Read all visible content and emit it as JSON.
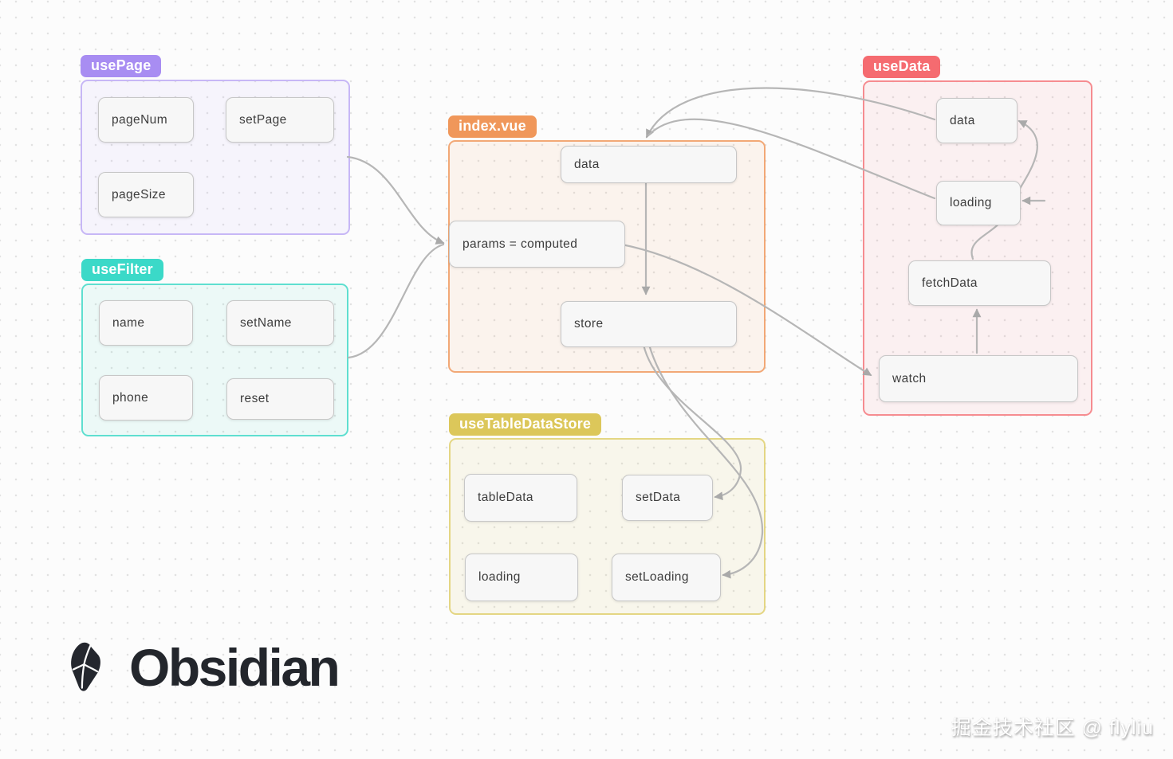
{
  "canvas": {
    "edge_color": "#b6b6b6",
    "arrow_color": "#a9a9a9",
    "groups": [
      {
        "id": "usePage",
        "label": "usePage",
        "accent": "#a88df2",
        "border": "#c7b7f6",
        "fill": "rgba(167,139,250,0.07)",
        "nodes": [
          {
            "id": "pageNum",
            "label": "pageNum"
          },
          {
            "id": "setPage",
            "label": "setPage"
          },
          {
            "id": "pageSize",
            "label": "pageSize"
          }
        ]
      },
      {
        "id": "useFilter",
        "label": "useFilter",
        "accent": "#3bd9c8",
        "border": "#5fdfd0",
        "fill": "rgba(45,212,191,0.08)",
        "nodes": [
          {
            "id": "name",
            "label": "name"
          },
          {
            "id": "setName",
            "label": "setName"
          },
          {
            "id": "phone",
            "label": "phone"
          },
          {
            "id": "reset",
            "label": "reset"
          }
        ]
      },
      {
        "id": "index.vue",
        "label": "index.vue",
        "accent": "#f0975a",
        "border": "#f2a876",
        "fill": "rgba(240,151,90,0.09)",
        "nodes": [
          {
            "id": "data",
            "label": "data"
          },
          {
            "id": "params",
            "label": "params = computed"
          },
          {
            "id": "store",
            "label": "store"
          }
        ]
      },
      {
        "id": "useTableDataStore",
        "label": "useTableDataStore",
        "accent": "#dcc75a",
        "border": "#e4d683",
        "fill": "rgba(220,199,90,0.10)",
        "nodes": [
          {
            "id": "tableData",
            "label": "tableData"
          },
          {
            "id": "setData",
            "label": "setData"
          },
          {
            "id": "loading",
            "label": "loading"
          },
          {
            "id": "setLoading",
            "label": "setLoading"
          }
        ]
      },
      {
        "id": "useData",
        "label": "useData",
        "accent": "#f56b70",
        "border": "#f68c90",
        "fill": "rgba(245,107,112,0.08)",
        "nodes": [
          {
            "id": "data",
            "label": "data"
          },
          {
            "id": "loading",
            "label": "loading"
          },
          {
            "id": "fetchData",
            "label": "fetchData"
          },
          {
            "id": "watch",
            "label": "watch"
          }
        ]
      }
    ],
    "edges": [
      {
        "from": "usePage",
        "to": "index.vue/params"
      },
      {
        "from": "useFilter",
        "to": "index.vue/params"
      },
      {
        "from": "index.vue/data",
        "to": "index.vue/store"
      },
      {
        "from": "useData/data",
        "to": "index.vue/data"
      },
      {
        "from": "useData/loading",
        "to": "index.vue/data"
      },
      {
        "from": "index.vue/params",
        "to": "useData/watch"
      },
      {
        "from": "useData/watch",
        "to": "useData/fetchData"
      },
      {
        "from": "useData/fetchData",
        "to": "useData/data"
      },
      {
        "from": "stub",
        "to": "useData/loading"
      },
      {
        "from": "index.vue/store",
        "to": "useTableDataStore/setData"
      },
      {
        "from": "index.vue/store",
        "to": "useTableDataStore/setLoading"
      }
    ]
  },
  "branding": {
    "wordmark": "Obsidian"
  },
  "watermark": {
    "text": "掘金技术社区 @ flyliu"
  }
}
